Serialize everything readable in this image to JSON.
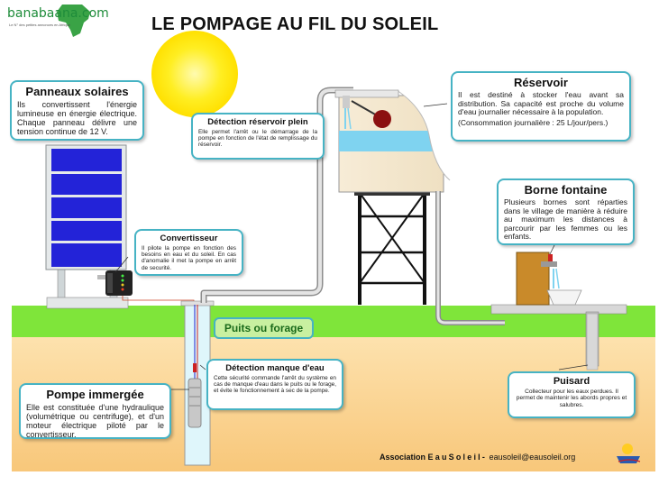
{
  "logo": {
    "text": "banabaana.com",
    "tagline": "Le N° des petites annonces en Afrique"
  },
  "title": "LE POMPAGE AU FIL DU SOLEIL",
  "boxes": {
    "panneaux": {
      "title": "Panneaux solaires",
      "text": "Ils convertissent l'énergie lumineuse en énergie électrique. Chaque panneau délivre une tension continue de 12 V."
    },
    "detection_reservoir": {
      "title": "Détection réservoir plein",
      "text": "Elle permet l'arrêt ou le démarrage de la pompe en fonction de l'état de remplissage du réservoir."
    },
    "reservoir": {
      "title": "Réservoir",
      "text": "Il est destiné à stocker l'eau avant sa distribution. Sa capacité est proche du volume d'eau journalier nécessaire à la population.",
      "note": "(Consommation journalière : 25 L/jour/pers.)"
    },
    "borne": {
      "title": "Borne fontaine",
      "text": "Plusieurs bornes sont réparties dans le village de manière à réduire au maximum les distances à parcourir par les femmes ou les enfants."
    },
    "convertisseur": {
      "title": "Convertisseur",
      "text": "Il pilote la pompe en fonction des besoins en eau et du soleil. En cas d'anomalie il met la pompe en arrêt de securité."
    },
    "detection_eau": {
      "title": "Détection manque d'eau",
      "text": "Cette sécurité commande l'arrêt du système en cas de manque d'eau dans le puits ou le forage, et évite le fonctionnement à sec de la pompe."
    },
    "pompe": {
      "title": "Pompe immergée",
      "text": "Elle est constituée d'une hydraulique (volumétrique ou centrifuge), et d'un moteur électrique piloté par le convertisseur."
    },
    "puisard": {
      "title": "Puisard",
      "text": "Collecteur pour les eaux perdues. Il permet de maintenir les abords propres et salubres."
    }
  },
  "forage_label": "Puits ou forage",
  "footer": {
    "org": "Association",
    "name": "EauSoleil-",
    "email": "eausoleil@eausoleil.org"
  },
  "colors": {
    "sky": "#ffffff",
    "grass": "#7fe53a",
    "soil": "#fcd79a",
    "water": "#7fd3f0",
    "sun": "#ffee22",
    "panel": "#2323d8",
    "box_border": "#46b3c4"
  }
}
